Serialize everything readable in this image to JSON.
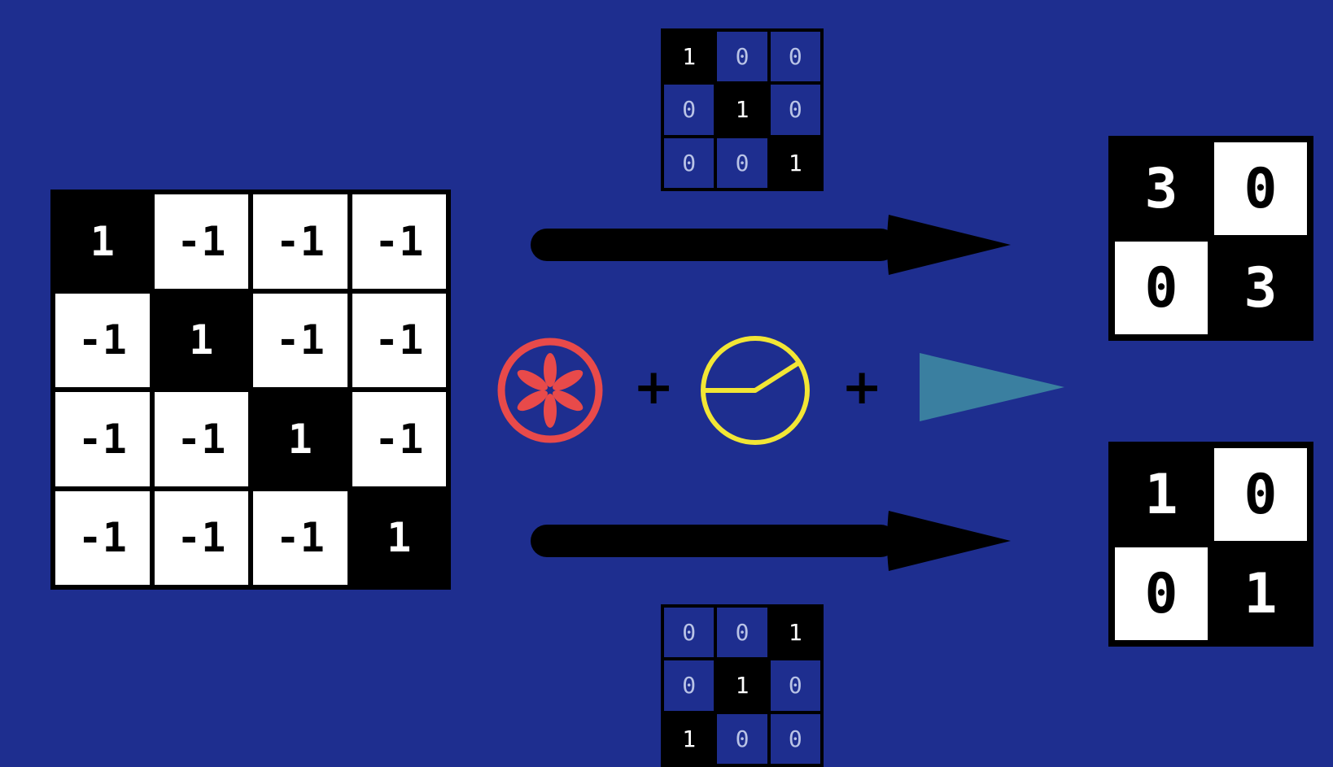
{
  "input_matrix": [
    [
      "1",
      "-1",
      "-1",
      "-1"
    ],
    [
      "-1",
      "1",
      "-1",
      "-1"
    ],
    [
      "-1",
      "-1",
      "1",
      "-1"
    ],
    [
      "-1",
      "-1",
      "-1",
      "1"
    ]
  ],
  "kernel_top": [
    [
      "1",
      "0",
      "0"
    ],
    [
      "0",
      "1",
      "0"
    ],
    [
      "0",
      "0",
      "1"
    ]
  ],
  "kernel_bottom": [
    [
      "0",
      "0",
      "1"
    ],
    [
      "0",
      "1",
      "0"
    ],
    [
      "1",
      "0",
      "0"
    ]
  ],
  "output_top": [
    [
      "3",
      "0"
    ],
    [
      "0",
      "3"
    ]
  ],
  "output_bottom": [
    [
      "1",
      "0"
    ],
    [
      "0",
      "1"
    ]
  ],
  "operators": [
    "+",
    "+"
  ],
  "icons": {
    "convolution": "asterisk-icon",
    "activation": "activation-curve-icon",
    "pooling": "triangle-icon",
    "arrows": "arrow-right-icon"
  },
  "colors": {
    "background": "#1e2e8f",
    "convolution_icon": "#e84a4a",
    "activation_icon": "#f2e635",
    "pooling_icon": "#3a7fa0",
    "cell_on": "#000000",
    "cell_off": "#ffffff"
  }
}
